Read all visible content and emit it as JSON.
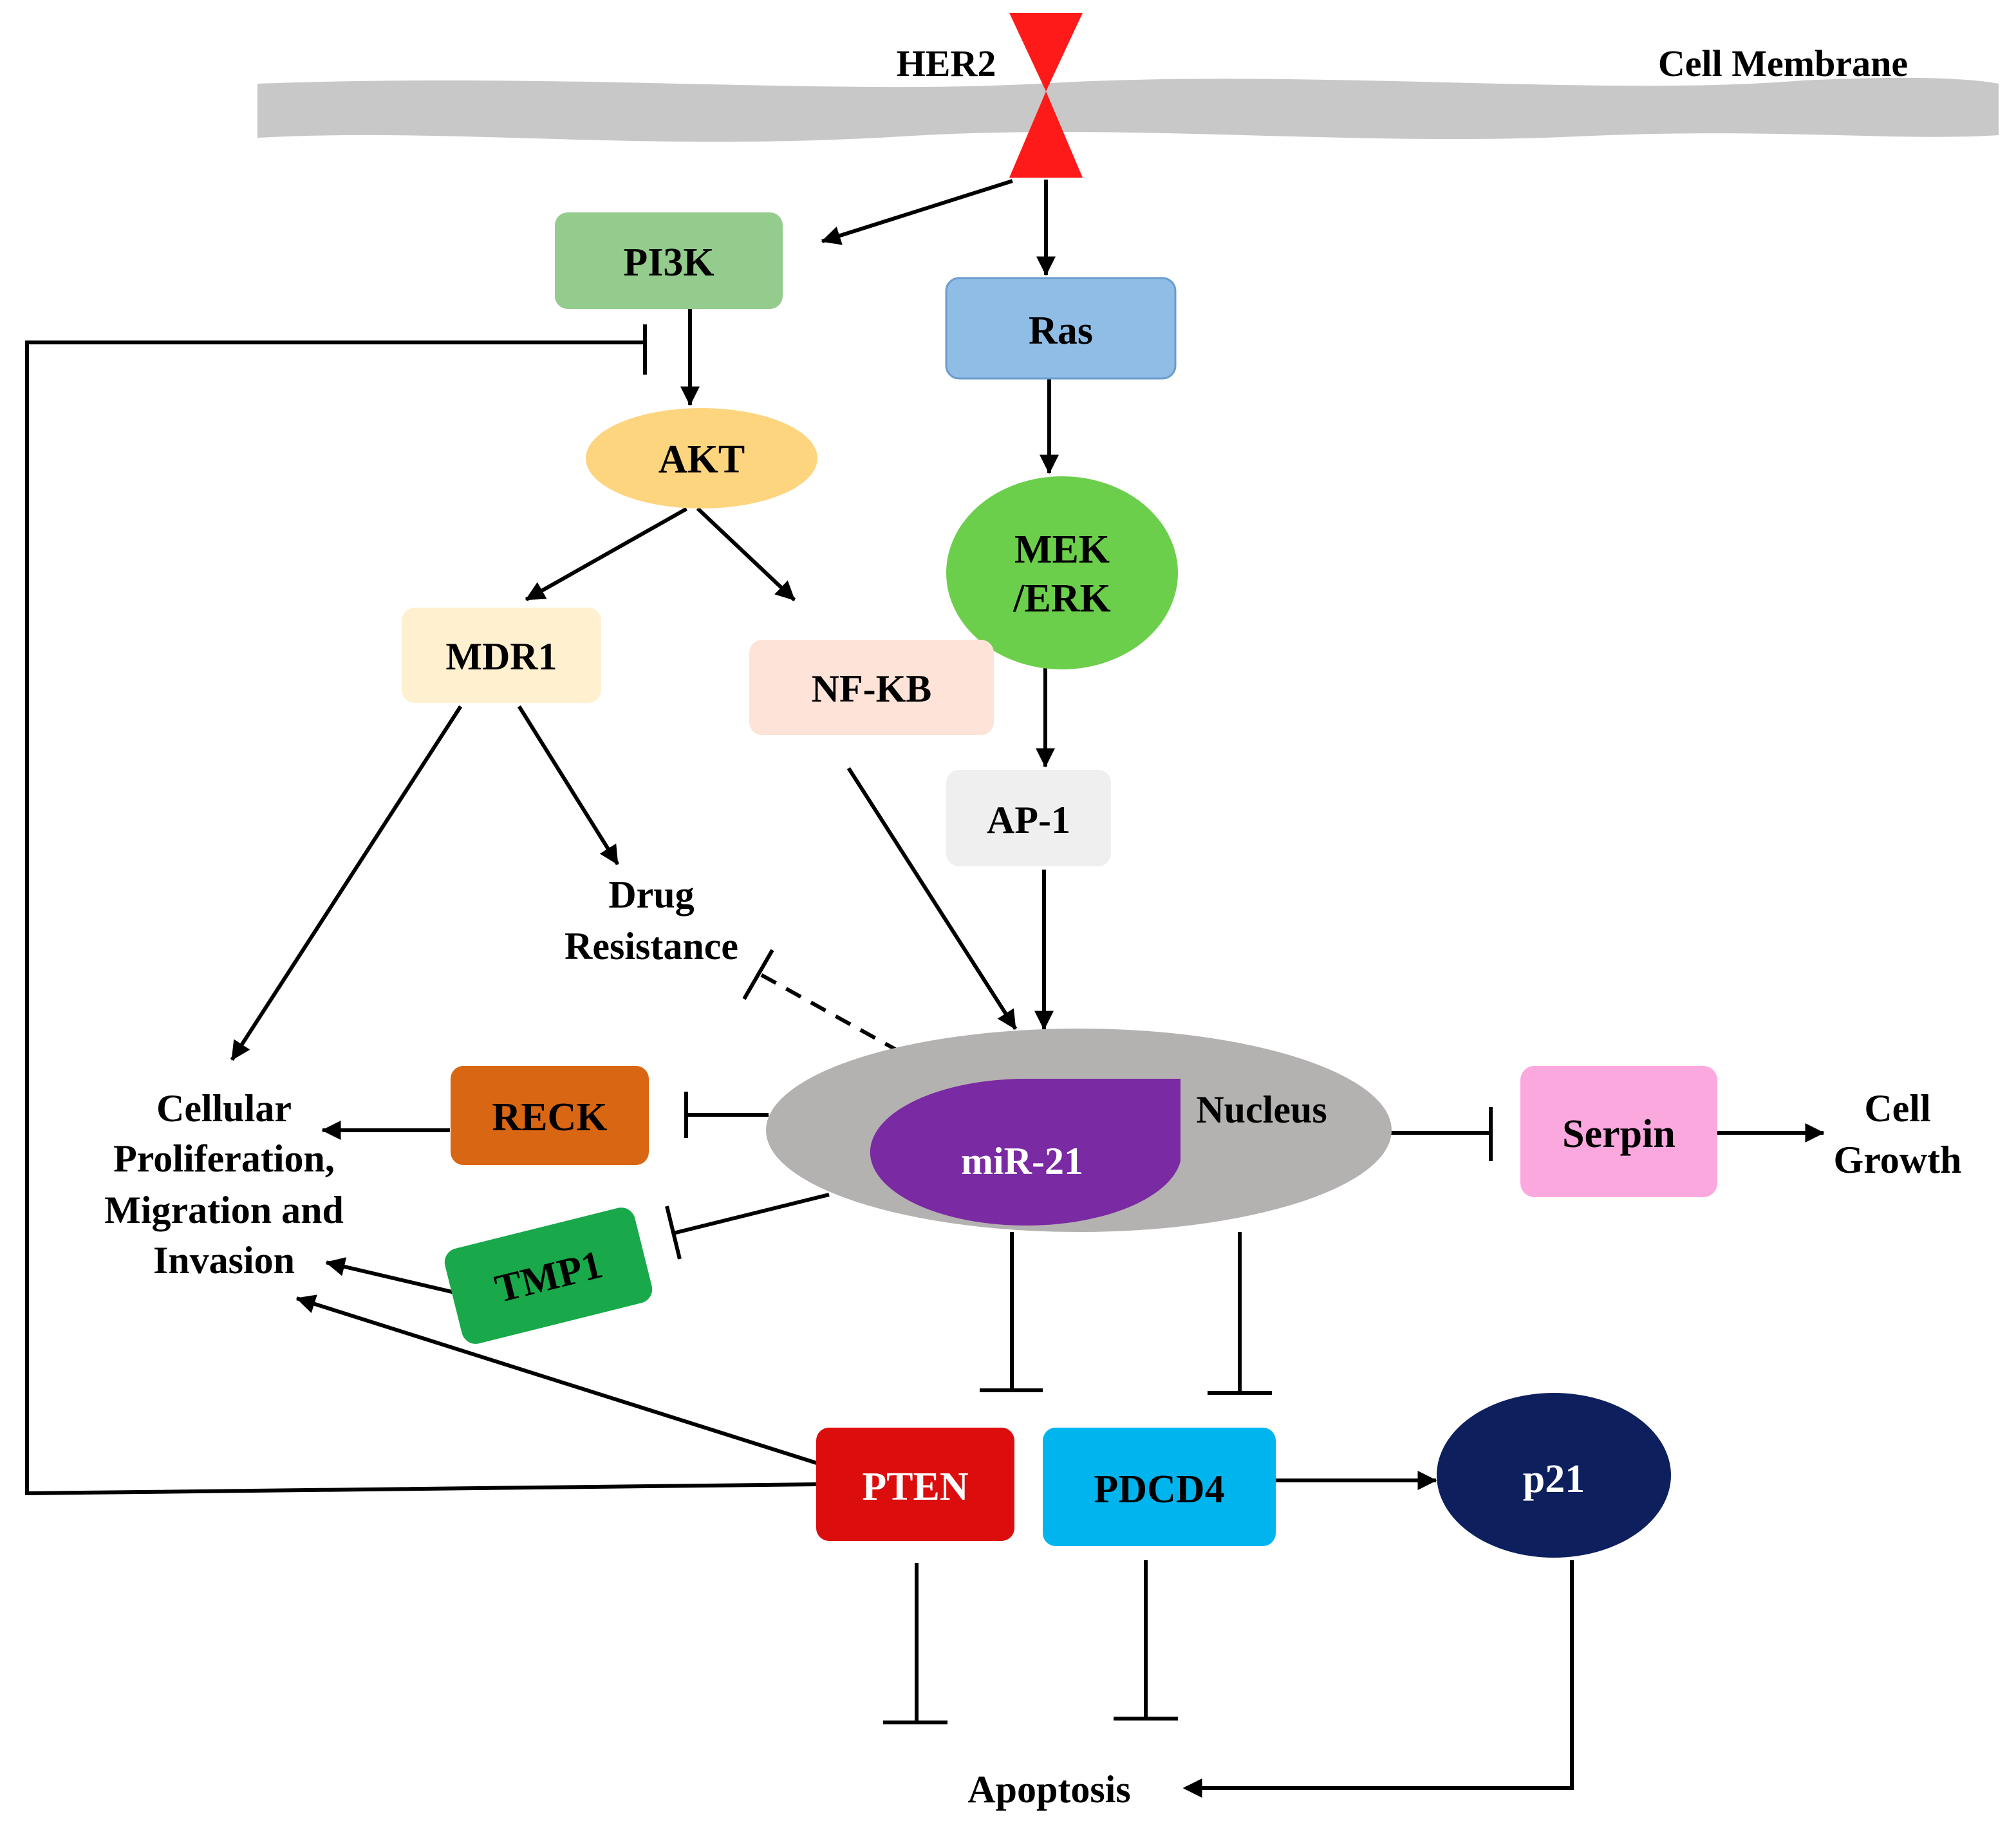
{
  "membrane": {
    "label": "Cell Membrane",
    "color": "#c8c8c8"
  },
  "receptor": {
    "label": "HER2",
    "color": "#ff1a1a"
  },
  "nodes": {
    "pi3k": {
      "label": "PI3K",
      "color": "#93cc8c",
      "text_color": "#000000",
      "shape": "rounded-rect"
    },
    "ras": {
      "label": "Ras",
      "color": "#8fbde6",
      "text_color": "#000000",
      "shape": "rounded-rect"
    },
    "akt": {
      "label": "AKT",
      "color": "#fdd57f",
      "text_color": "#000000",
      "shape": "ellipse"
    },
    "mek": {
      "label1": "MEK",
      "label2": "/ERK",
      "color": "#6ccf4b",
      "text_color": "#000000",
      "shape": "circle"
    },
    "mdr1": {
      "label": "MDR1",
      "color": "#fff0cf",
      "text_color": "#000000",
      "shape": "rounded-rect"
    },
    "nfkb": {
      "label": "NF-KB",
      "color": "#fde3d8",
      "text_color": "#000000",
      "shape": "rounded-rect"
    },
    "ap1": {
      "label": "AP-1",
      "color": "#efefef",
      "text_color": "#000000",
      "shape": "rounded-rect"
    },
    "reck": {
      "label": "RECK",
      "color": "#d96613",
      "text_color": "#000000",
      "shape": "rounded-rect"
    },
    "tmp1": {
      "label": "TMP1",
      "color": "#19a84a",
      "text_color": "#000000",
      "shape": "rounded-rect"
    },
    "serpin": {
      "label": "Serpin",
      "color": "#fba8df",
      "text_color": "#000000",
      "shape": "rounded-rect"
    },
    "pten": {
      "label": "PTEN",
      "color": "#dc0d0d",
      "text_color": "#ffffff",
      "shape": "rounded-rect"
    },
    "pdcd4": {
      "label": "PDCD4",
      "color": "#00b5ee",
      "text_color": "#000000",
      "shape": "rounded-rect"
    },
    "p21": {
      "label": "p21",
      "color": "#0d1f5c",
      "text_color": "#ffffff",
      "shape": "ellipse"
    }
  },
  "nucleus": {
    "label": "Nucleus",
    "color": "#b4b1b1"
  },
  "mir21": {
    "label": "miR-21",
    "color": "#7a2aa2",
    "text_color": "#ffffff"
  },
  "outcomes": {
    "drug_line1": "Drug",
    "drug_line2": "Resistance",
    "prolif_line1": "Cellular",
    "prolif_line2": "Proliferation,",
    "prolif_line3": "Migration and",
    "prolif_line4": "Invasion",
    "growth_line1": "Cell",
    "growth_line2": "Growth",
    "apoptosis": "Apoptosis"
  },
  "edge_types": [
    "activation",
    "inhibition",
    "dashed-inhibition"
  ]
}
